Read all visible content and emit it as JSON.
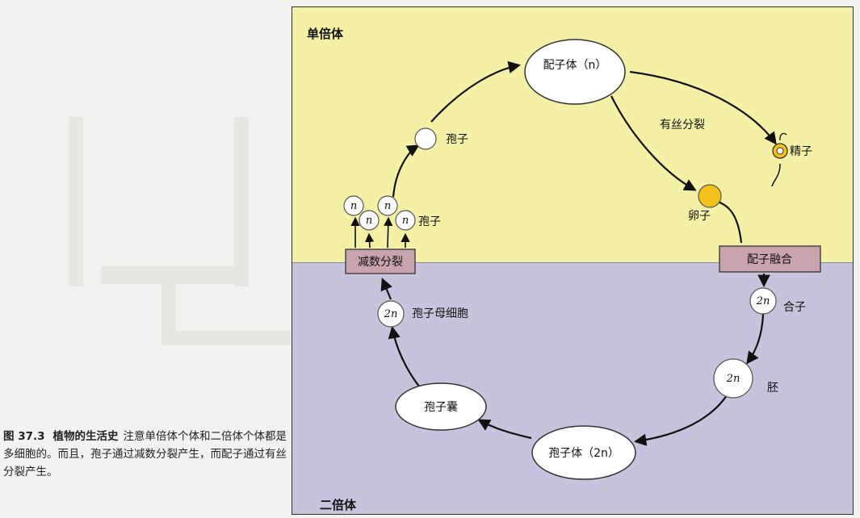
{
  "caption": {
    "figure_number": "图 37.3",
    "title": "植物的生活史",
    "text": "注意单倍体个体和二倍体个体都是多细胞的。而且，孢子通过减数分裂产生，而配子通过有丝分裂产生。"
  },
  "zones": {
    "haploid_label": "单倍体",
    "diploid_label": "二倍体"
  },
  "nodes": {
    "gametophyte": "配子体（n）",
    "spore": "孢子",
    "spores_group": "孢子",
    "sperm": "精子",
    "egg": "卵子",
    "zygote": "合子",
    "embryo": "胚",
    "sporophyte": "孢子体（2n）",
    "sporangium": "孢子囊",
    "spore_mother_cell": "孢子母细胞",
    "ploidy_n": "n",
    "ploidy_2n": "2n"
  },
  "processes": {
    "mitosis": "有丝分裂",
    "meiosis": "减数分裂",
    "fertilization": "配子融合"
  },
  "colors": {
    "haploid_bg": "#f4f1a6",
    "diploid_bg": "#c8c3dc",
    "process_box": "#c9a3ad",
    "gamete_yellow": "#f2c21b"
  }
}
